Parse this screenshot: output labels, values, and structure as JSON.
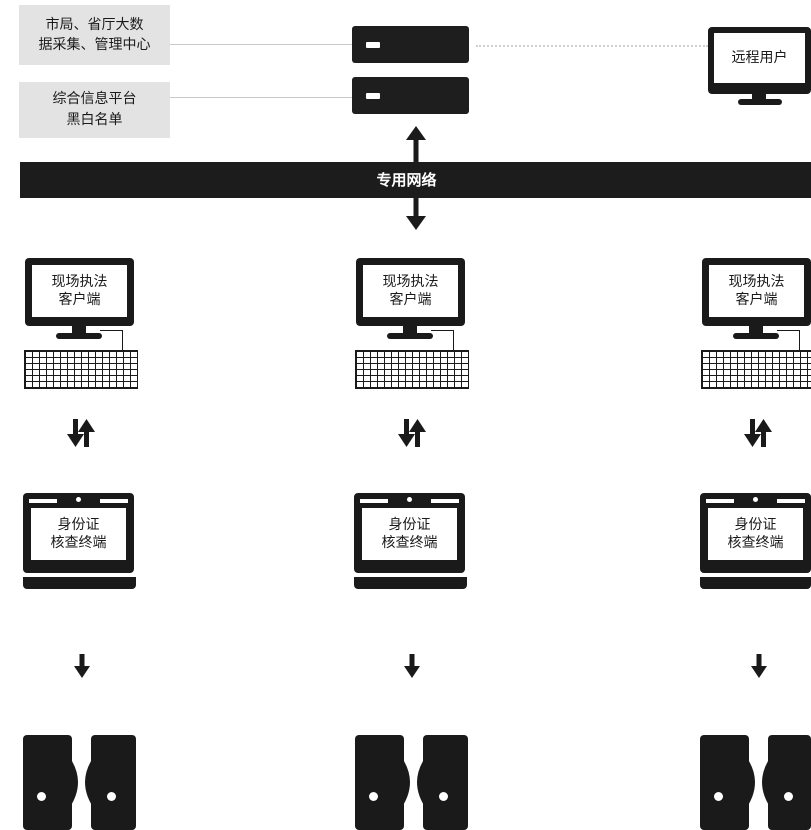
{
  "top": {
    "city_center_label": [
      "市局、省厅大数",
      "据采集、管理中心"
    ],
    "blacklist_label": [
      "综合信息平台",
      "黑白名单"
    ],
    "remote_user_label": "远程用户"
  },
  "network": {
    "label": "专用网络"
  },
  "columns": [
    {
      "client_label": [
        "现场执法",
        "客户端"
      ],
      "terminal_label": [
        "身份证",
        "核查终端"
      ]
    },
    {
      "client_label": [
        "现场执法",
        "客户端"
      ],
      "terminal_label": [
        "身份证",
        "核查终端"
      ]
    },
    {
      "client_label": [
        "现场执法",
        "客户端"
      ],
      "terminal_label": [
        "身份证",
        "核查终端"
      ]
    }
  ],
  "colors": {
    "device": "#1a1a1a",
    "label_bg": "#e3e3e3",
    "line": "#cccccc"
  }
}
